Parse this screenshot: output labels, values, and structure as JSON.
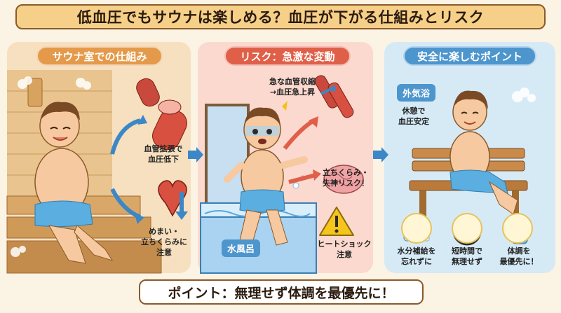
{
  "title": "低血圧でもサウナは楽しめる？血圧が下がる仕組みとリスク",
  "panels": {
    "sauna": {
      "heading": "サウナ室での仕組み",
      "label_vasodilation": "血管拡張で\n血圧低下",
      "label_dizziness": "めまい・\n立ちくらみに\n注意"
    },
    "risk": {
      "heading": "リスク：急激な変動",
      "label_constriction": "急な血管収縮\n→血圧急上昇",
      "label_fainting": "立ちくらみ・\n失神リスク！",
      "label_heatshock": "ヒートショック\n注意",
      "cold_bath_tag": "水風呂"
    },
    "safe": {
      "heading": "安全に楽しむポイント",
      "outdoor_tag": "外気浴",
      "label_rest": "休憩で\n血圧安定",
      "tip_water": "水分補給を\n忘れずに",
      "tip_time": "短時間で\n無理せず",
      "tip_condition": "体調を\n最優先に！"
    }
  },
  "footer": "ポイント：無理せず体調を最優先に！"
}
